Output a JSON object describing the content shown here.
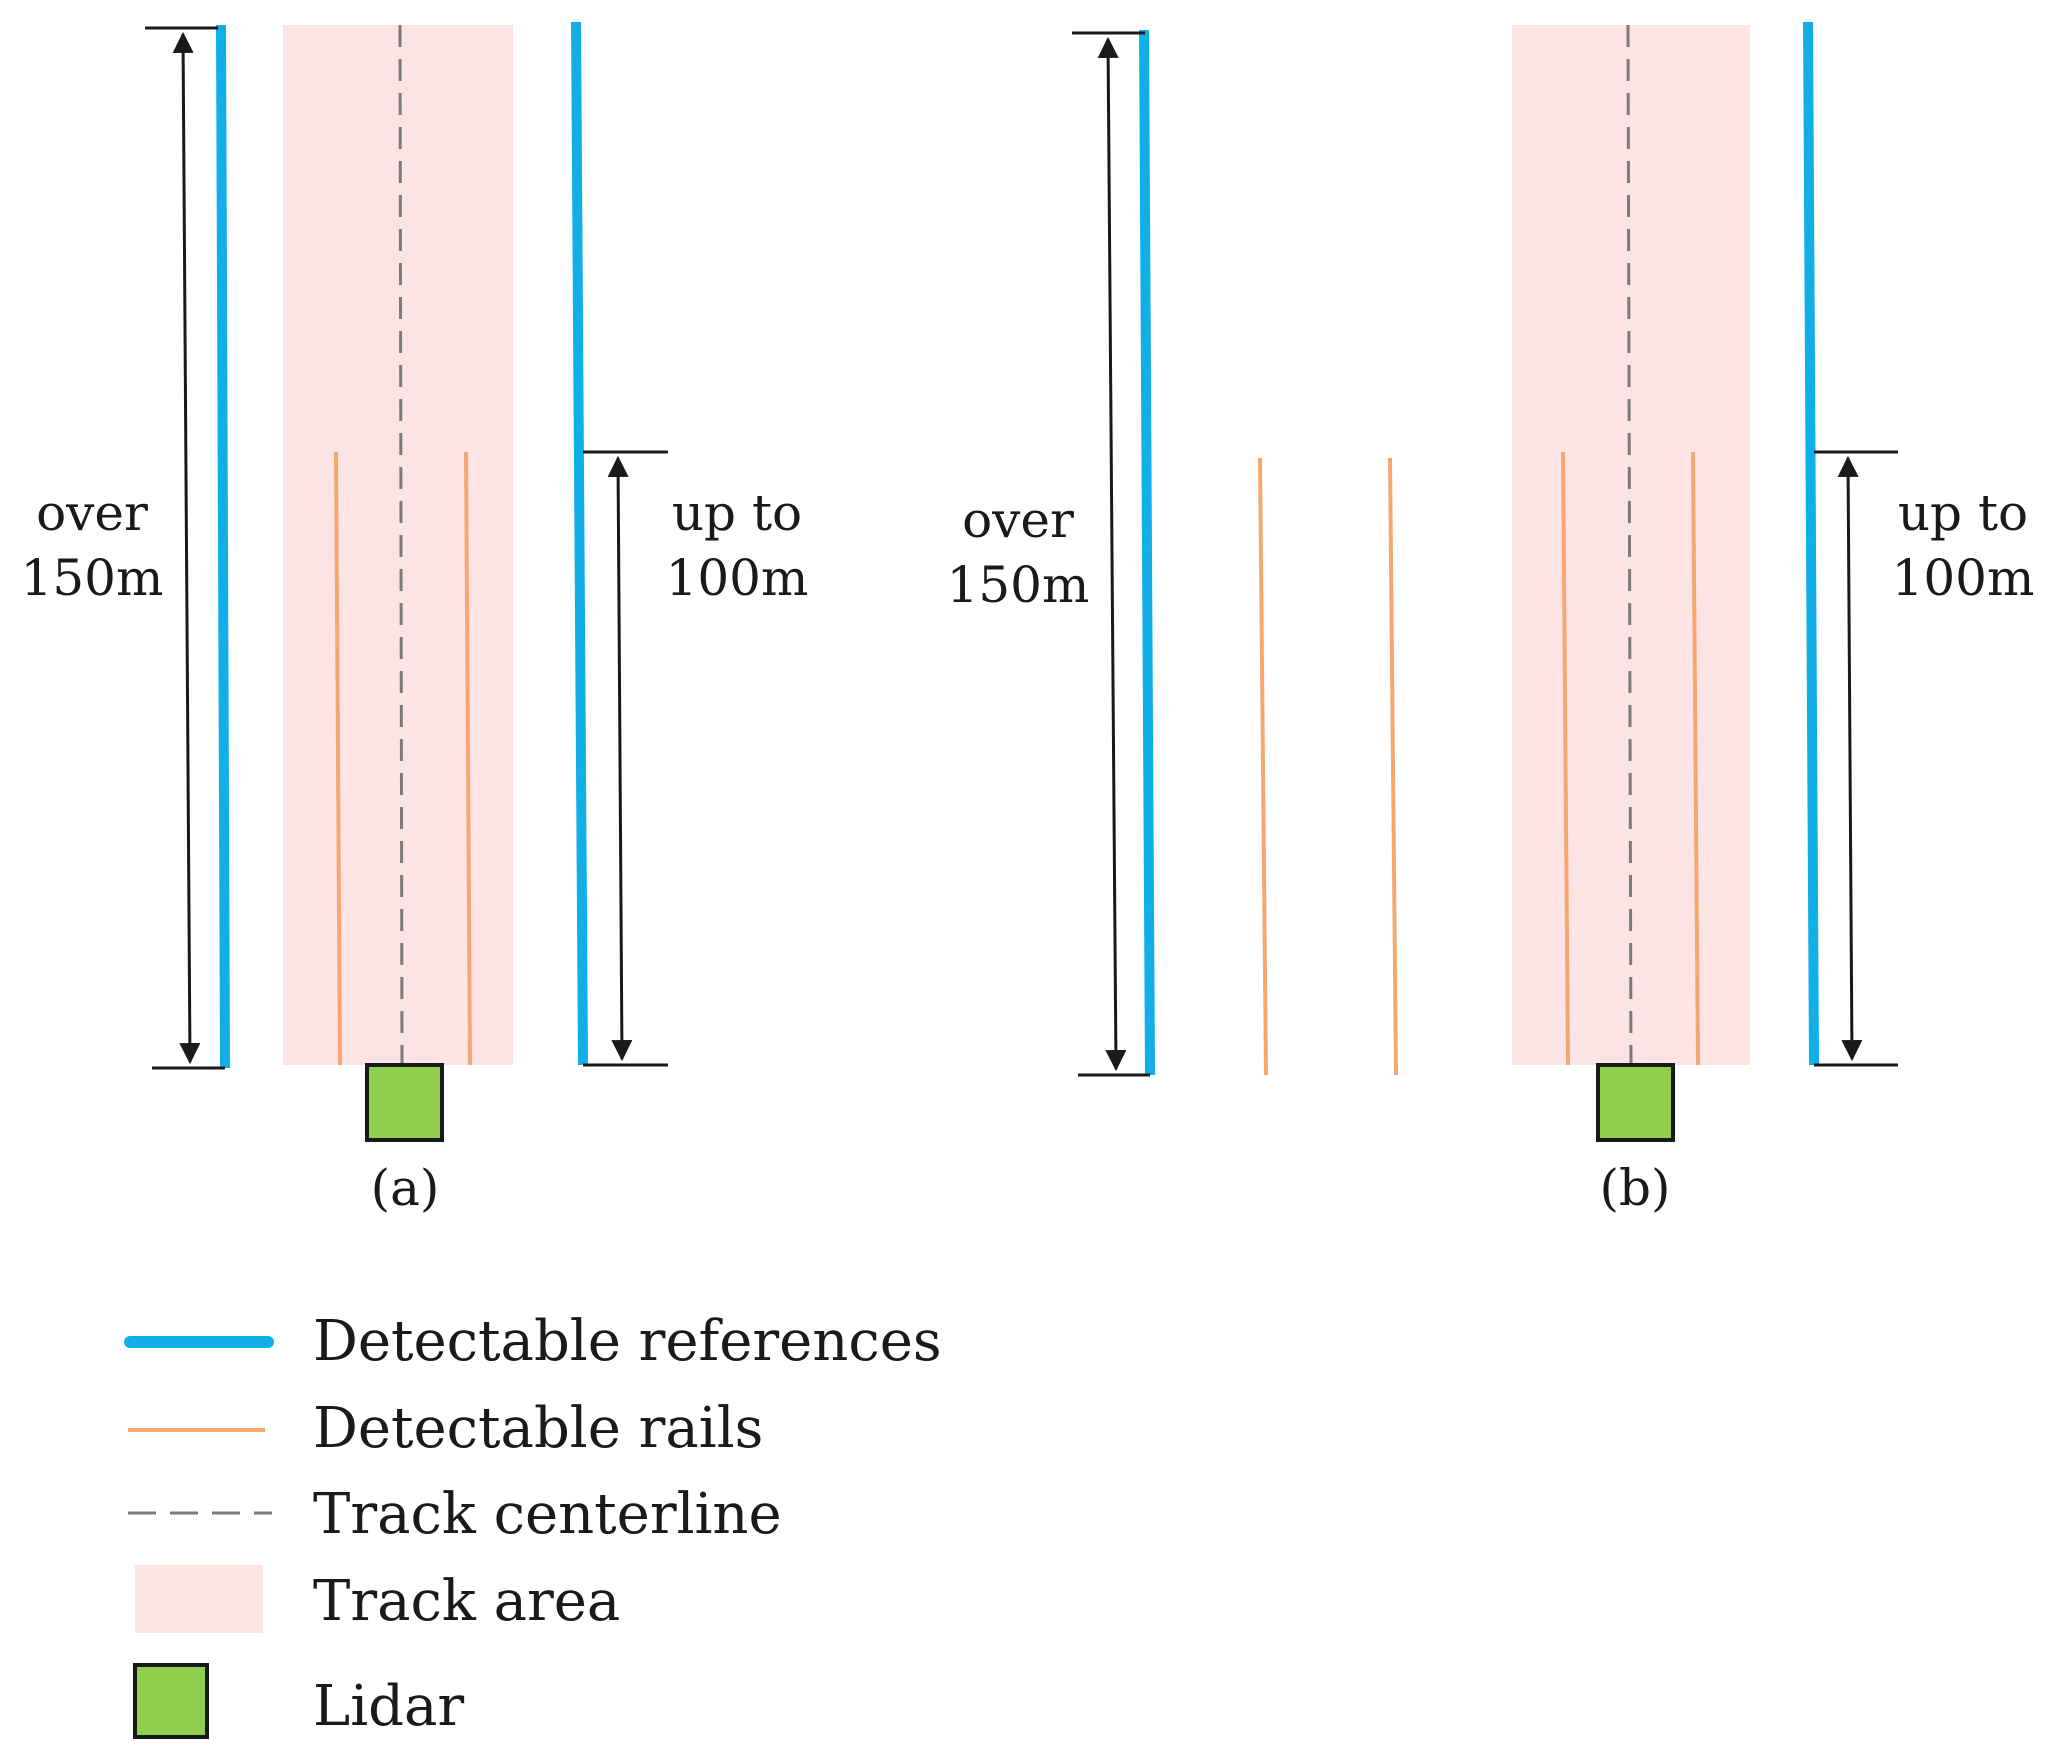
{
  "colors": {
    "reference": "#12aee8",
    "rail": "#f4a870",
    "centerline": "#7a7a7a",
    "track_area": "#fde4e4",
    "lidar_fill": "#8fcf4e",
    "lidar_stroke": "#1a1a1a",
    "dimension": "#1a1a1a"
  },
  "panels": [
    {
      "caption": "(a)",
      "left_dimension": {
        "line1": "over",
        "line2": "150m"
      },
      "right_dimension": {
        "line1": "up to",
        "line2": "100m"
      }
    },
    {
      "caption": "(b)",
      "left_dimension": {
        "line1": "over",
        "line2": "150m"
      },
      "right_dimension": {
        "line1": "up to",
        "line2": "100m"
      }
    }
  ],
  "legend": {
    "items": [
      {
        "icon": "reference-line-icon",
        "label": "Detectable references"
      },
      {
        "icon": "rail-line-icon",
        "label": "Detectable rails"
      },
      {
        "icon": "centerline-dash-icon",
        "label": "Track centerline"
      },
      {
        "icon": "track-area-swatch-icon",
        "label": "Track area"
      },
      {
        "icon": "lidar-square-icon",
        "label": "Lidar"
      }
    ]
  }
}
